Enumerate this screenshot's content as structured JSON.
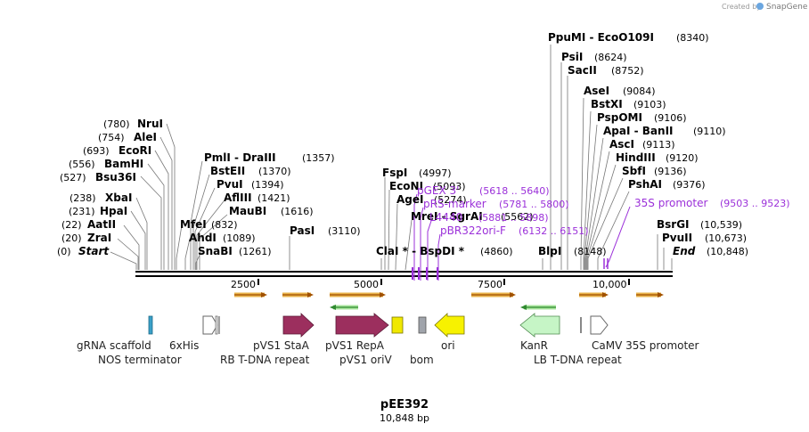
{
  "credit": {
    "text": "Created by",
    "brand": "SnapGene"
  },
  "plasmid": {
    "name": "pEE392",
    "length": "10,848 bp"
  },
  "left_sites": [
    {
      "pos": "(780)",
      "name": "NruI"
    },
    {
      "pos": "(754)",
      "name": "AleI"
    },
    {
      "pos": "(693)",
      "name": "EcoRI"
    },
    {
      "pos": "(556)",
      "name": "BamHI"
    },
    {
      "pos": "(527)",
      "name": "Bsu36I"
    },
    {
      "pos": "(238)",
      "name": "XbaI"
    },
    {
      "pos": "(231)",
      "name": "HpaI"
    },
    {
      "pos": "(22)",
      "name": "AatII"
    },
    {
      "pos": "(20)",
      "name": "ZraI"
    },
    {
      "pos": "(0)",
      "name": "Start"
    }
  ],
  "mid_sites": [
    {
      "name": "PmlI - DraIII",
      "pos": "(1357)"
    },
    {
      "name": "BstEII",
      "pos": "(1370)"
    },
    {
      "name": "PvuI",
      "pos": "(1394)"
    },
    {
      "name": "AflIII",
      "pos": "(1421)"
    },
    {
      "name": "MauBI",
      "pos": "(1616)"
    },
    {
      "name": "MfeI",
      "pos": "(832)"
    },
    {
      "name": "AhdI",
      "pos": "(1089)"
    },
    {
      "name": "SnaBI",
      "pos": "(1261)"
    },
    {
      "name": "PasI",
      "pos": "(3110)"
    },
    {
      "name": "FspI",
      "pos": "(4997)"
    },
    {
      "name": "EcoNI",
      "pos": "(5093)"
    },
    {
      "name": "AgeI",
      "pos": "(5274)"
    },
    {
      "name": "MreI - SgrAI",
      "pos": "(5562)"
    },
    {
      "name": "ClaI * - BspDI *",
      "pos": "(4860)"
    }
  ],
  "right_sites": [
    {
      "name": "PpuMI - EcoO109I",
      "pos": "(8340)"
    },
    {
      "name": "PsiI",
      "pos": "(8624)"
    },
    {
      "name": "SacII",
      "pos": "(8752)"
    },
    {
      "name": "AseI",
      "pos": "(9084)"
    },
    {
      "name": "BstXI",
      "pos": "(9103)"
    },
    {
      "name": "PspOMI",
      "pos": "(9106)"
    },
    {
      "name": "ApaI - BanII",
      "pos": "(9110)"
    },
    {
      "name": "AscI",
      "pos": "(9113)"
    },
    {
      "name": "HindIII",
      "pos": "(9120)"
    },
    {
      "name": "SbfI",
      "pos": "(9136)"
    },
    {
      "name": "PshAI",
      "pos": "(9376)"
    },
    {
      "name": "BlpI",
      "pos": "(8148)"
    },
    {
      "name": "BsrGI",
      "pos": "(10,539)"
    },
    {
      "name": "PvuII",
      "pos": "(10,673)"
    },
    {
      "name": "End",
      "pos": "(10,848)"
    }
  ],
  "primers": [
    {
      "name": "pGEX 3'",
      "range": "(5618 .. 5640)"
    },
    {
      "name": "pRS-marker",
      "range": "(5781 .. 5800)"
    },
    {
      "name": "L4440",
      "range": "(5881 .. 5898)"
    },
    {
      "name": "pBR322ori-F",
      "range": "(6132 .. 6151)"
    },
    {
      "name": "35S promoter",
      "range": "(9503 .. 9523)"
    }
  ],
  "ticks": [
    "2500",
    "5000",
    "7500",
    "10,000"
  ],
  "features": [
    {
      "name": "gRNA scaffold"
    },
    {
      "name": "NOS terminator"
    },
    {
      "name": "6xHis"
    },
    {
      "name": "RB T-DNA repeat"
    },
    {
      "name": "pVS1 StaA"
    },
    {
      "name": "pVS1 RepA"
    },
    {
      "name": "pVS1 oriV"
    },
    {
      "name": "bom"
    },
    {
      "name": "ori"
    },
    {
      "name": "KanR"
    },
    {
      "name": "LB T-DNA repeat"
    },
    {
      "name": "CaMV 35S promoter"
    }
  ],
  "colors": {
    "primer": "#9b30d9",
    "backbone": "#000000",
    "StaA": "#9c2f5e",
    "RepA": "#9c2f5e",
    "oriV": "#f0e800",
    "bom": "#a0a4ab",
    "ori": "#f7f200",
    "KanR": "#c6f5c6",
    "scaffold": "#3aa0c8",
    "orf_arrow": "#e8b24a",
    "orf_arrow_rev": "#2f8a2f"
  }
}
